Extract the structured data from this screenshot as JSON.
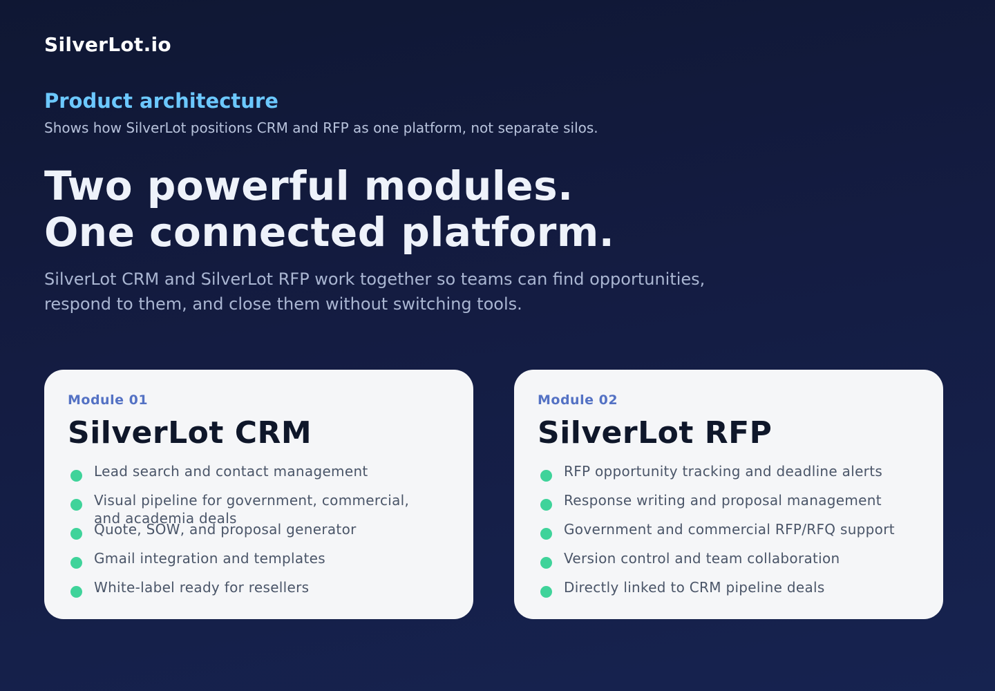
{
  "brand": {
    "name": "SilverLot.io"
  },
  "intro": {
    "eyebrow": "Product architecture",
    "eyebrow_sub": "Shows how SilverLot positions CRM and RFP as one platform, not separate silos.",
    "headline_line1": "Two powerful modules.",
    "headline_line2": "One connected platform.",
    "lead": "SilverLot CRM and SilverLot RFP work together so teams can find opportunities, respond to them, and close them without switching tools."
  },
  "colors": {
    "accent": "#6cc8ff",
    "module_tag": "#5472c4",
    "bullet": "#3fd39a",
    "card_bg": "#f5f6f8"
  },
  "modules": [
    {
      "tag": "Module 01",
      "title": "SilverLot CRM",
      "features": [
        "Lead search and contact management",
        "Visual pipeline for government, commercial, and academia deals",
        "Quote, SOW, and proposal generator",
        "Gmail integration and templates",
        "White-label ready for resellers"
      ]
    },
    {
      "tag": "Module 02",
      "title": "SilverLot RFP",
      "features": [
        "RFP opportunity tracking and deadline alerts",
        "Response writing and proposal management",
        "Government and commercial RFP/RFQ support",
        "Version control and team collaboration",
        "Directly linked to CRM pipeline deals"
      ]
    }
  ]
}
